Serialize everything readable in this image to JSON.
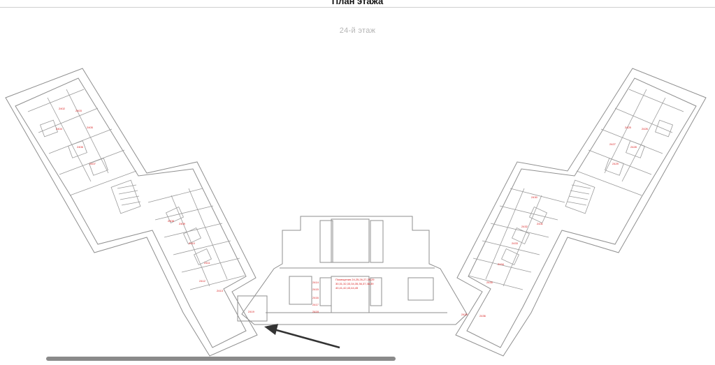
{
  "header": {
    "title": "План этажа"
  },
  "plan": {
    "floor_label": "24-й этаж",
    "premises_note_line1": "Помещения 24,25,26,27,28,29",
    "premises_note_line2": "30,31,32,33,34,35,36,37,38,39",
    "premises_note_line3": "40,41,42,43,44,45",
    "left_wing_rooms": [
      "2402",
      "2403",
      "2404",
      "2405",
      "2406",
      "2407",
      "2408",
      "2409",
      "2410",
      "2411",
      "2412",
      "2413"
    ],
    "right_wing_rooms": [
      "2425",
      "2426",
      "2427",
      "2428",
      "2429",
      "2430",
      "2431",
      "2432",
      "2433",
      "2434",
      "2435",
      "2436"
    ],
    "core_rooms": [
      "2414",
      "2415",
      "2416",
      "2417",
      "2418",
      "2419",
      "2420"
    ],
    "colors": {
      "wall": "#8f8f8f",
      "room_label": "#d81b1b",
      "arrow": "#333333"
    }
  },
  "icons": {
    "arrow": "pointer-arrow-icon"
  }
}
